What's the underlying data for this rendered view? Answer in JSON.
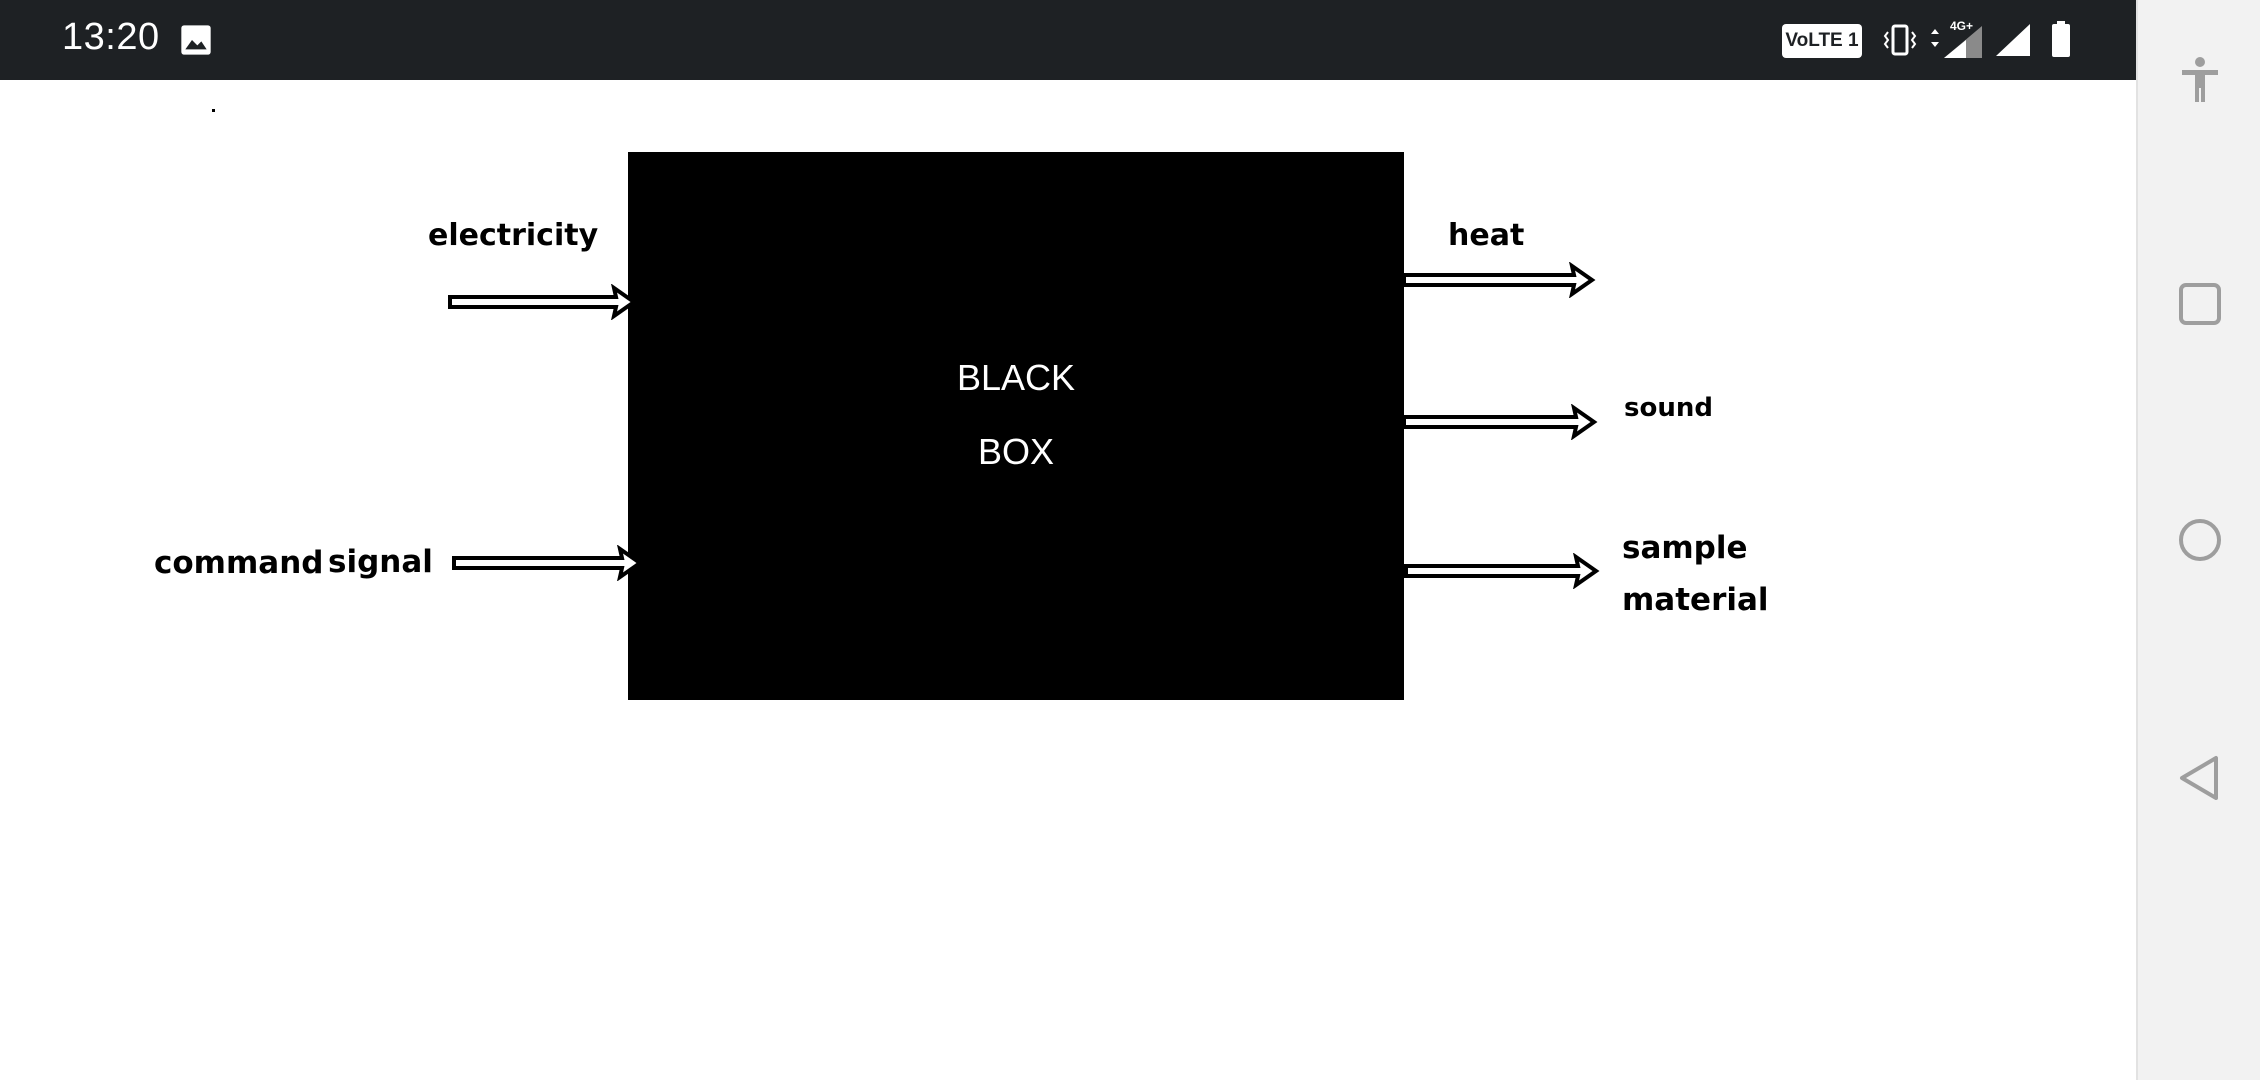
{
  "status_bar": {
    "time": "13:20",
    "volte_label": "VoLTE 1",
    "network_label": "4G+",
    "icons": [
      "image-icon",
      "vibrate-icon",
      "signal-icon",
      "battery-icon"
    ]
  },
  "diagram": {
    "box_line1": "BLACK",
    "box_line2": "BOX",
    "inputs": {
      "electricity": "electricity",
      "command": "command",
      "signal": "signal"
    },
    "outputs": {
      "heat": "heat",
      "sound": "sound",
      "sample": "sample",
      "material": "material"
    }
  },
  "nav_bar": {
    "buttons": [
      "accessibility-icon",
      "recents-icon",
      "home-icon",
      "back-icon"
    ]
  },
  "colors": {
    "status_bar_bg": "#1e2124",
    "nav_bar_bg": "#f2f2f2",
    "box": "#000000",
    "nav_icon": "#9e9e9e"
  }
}
